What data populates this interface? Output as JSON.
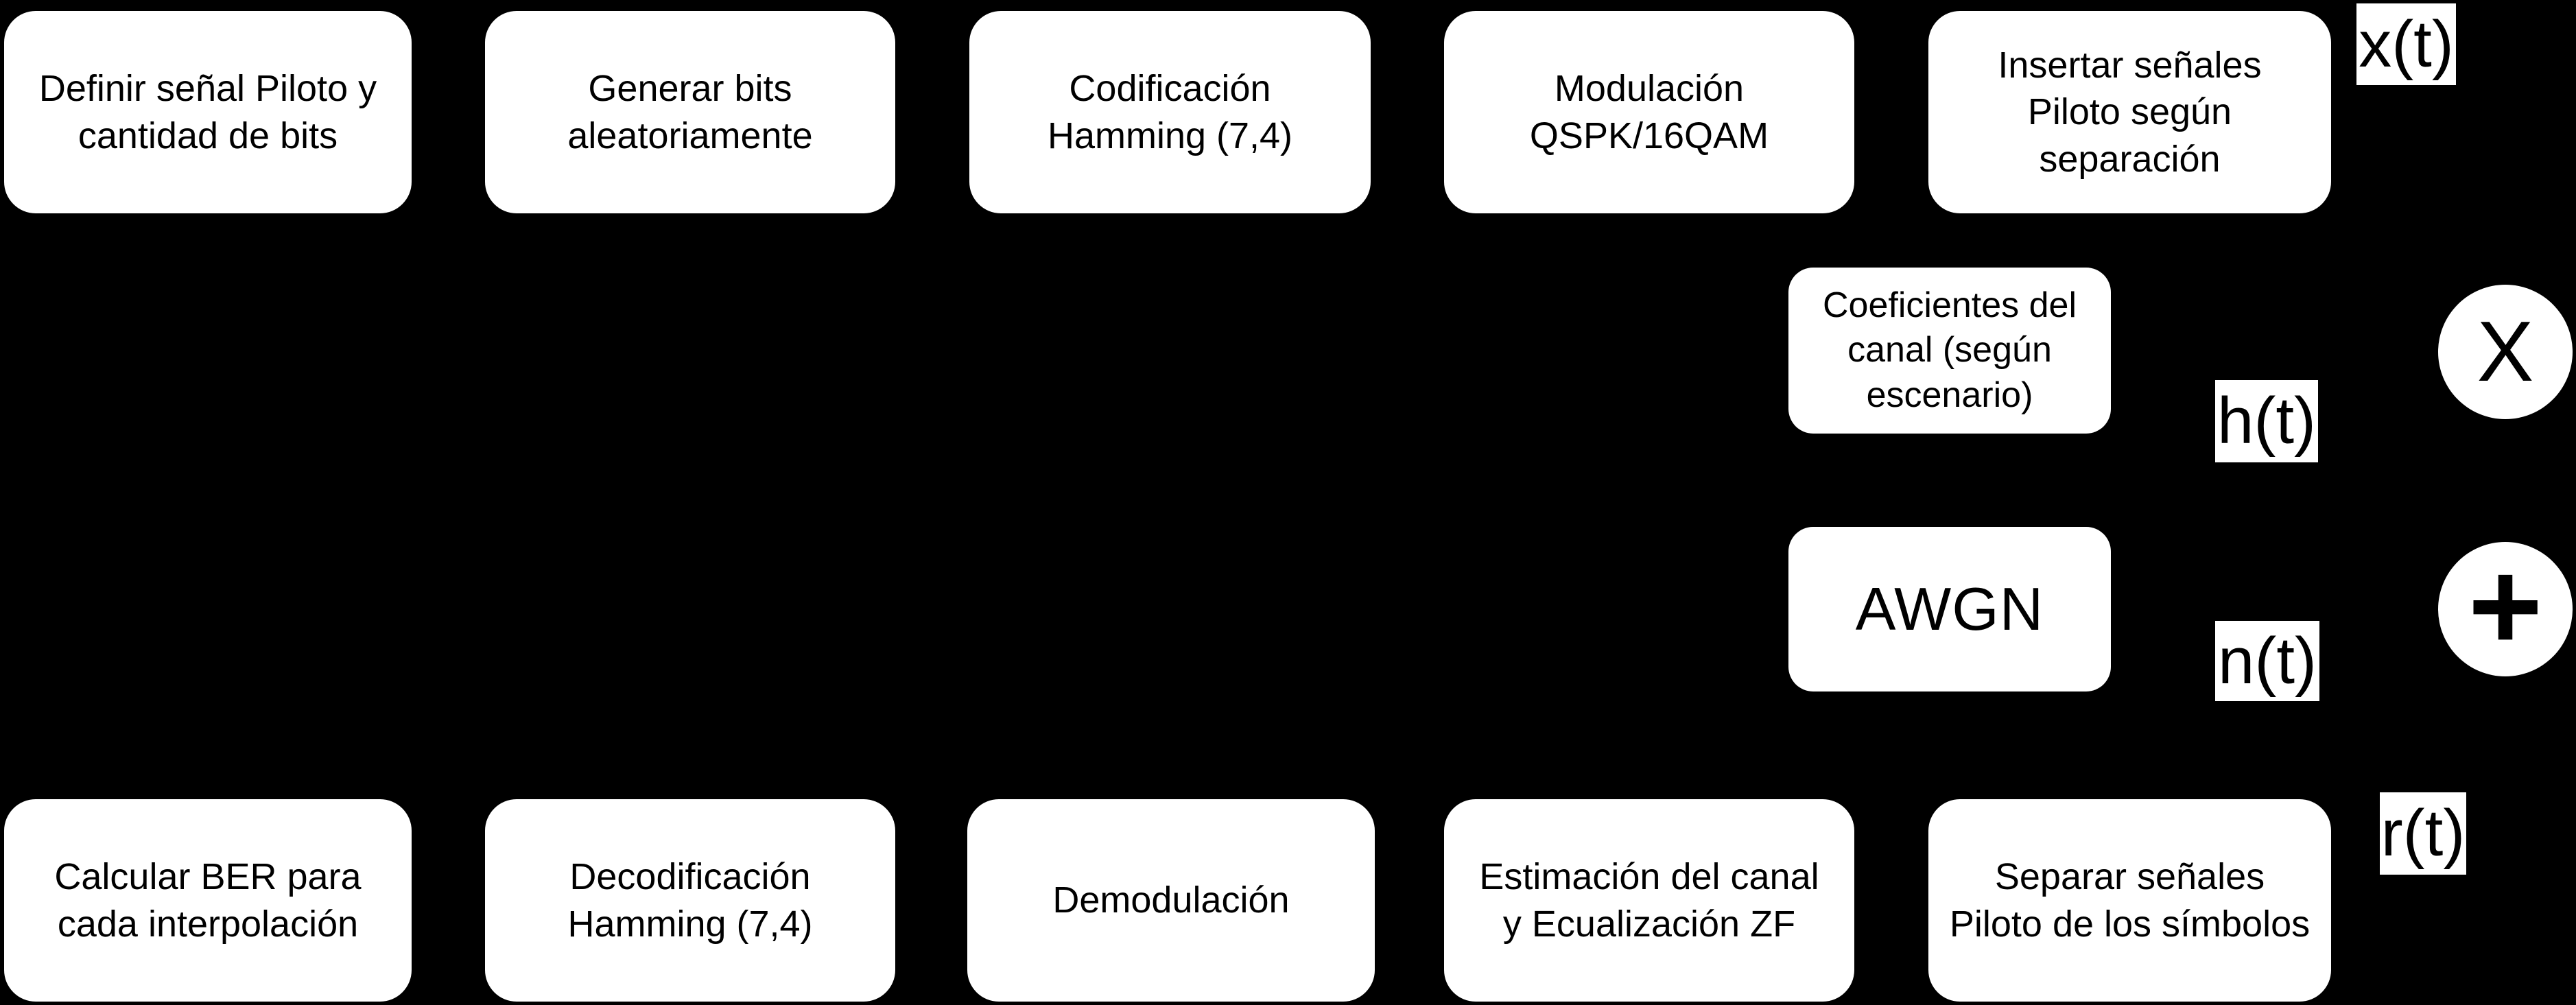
{
  "diagram": {
    "title": "OFDM pilot-based transmission chain block diagram",
    "colors": {
      "background": "#000000",
      "node_fill": "#ffffff",
      "node_text": "#000000"
    },
    "top_row": [
      {
        "id": "definir-pilot",
        "label": "Definir señal Piloto y\ncantidad de bits"
      },
      {
        "id": "generar-bits",
        "label": "Generar bits\naleatoriamente"
      },
      {
        "id": "codificacion-hamming",
        "label": "Codificación\nHamming (7,4)"
      },
      {
        "id": "modulacion",
        "label": "Modulación\nQSPK/16QAM"
      },
      {
        "id": "insertar-piloto",
        "label": "Insertar señales\nPiloto según\nseparación"
      }
    ],
    "middle": {
      "coeficientes": {
        "label": "Coeficientes del\ncanal (según\nescenario)"
      },
      "awgn": {
        "label": "AWGN"
      },
      "multiplier_symbol": "X",
      "adder_symbol": "+"
    },
    "signal_labels": {
      "x_t": "x(t)",
      "h_t": "h(t)",
      "n_t": "n(t)",
      "r_t": "r(t)"
    },
    "bottom_row": [
      {
        "id": "calcular-ber",
        "label": "Calcular BER para\ncada interpolación"
      },
      {
        "id": "decodificacion-hamming",
        "label": "Decodificación\nHamming (7,4)"
      },
      {
        "id": "demodulacion",
        "label": "Demodulación"
      },
      {
        "id": "estimacion-ecualizacion",
        "label": "Estimación del canal\ny Ecualización ZF"
      },
      {
        "id": "separar-piloto",
        "label": "Separar señales\nPiloto de los símbolos"
      }
    ]
  }
}
